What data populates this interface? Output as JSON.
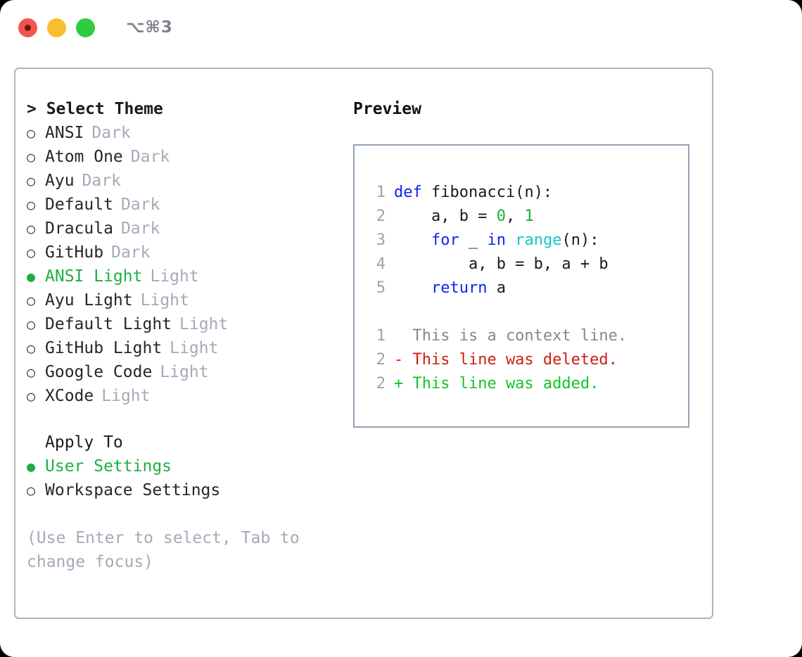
{
  "titlebar": {
    "lights": [
      {
        "name": "close-button",
        "color": "#f4544c",
        "recording": true
      },
      {
        "name": "minimize-button",
        "color": "#f9bd2e",
        "recording": false
      },
      {
        "name": "maximize-button",
        "color": "#2ecc40",
        "recording": false
      }
    ],
    "shortcut": "⌥⌘3"
  },
  "theme_picker": {
    "header": "> Select Theme",
    "items": [
      {
        "marker": "○",
        "label": "ANSI",
        "suffix": "Dark",
        "selected": false
      },
      {
        "marker": "○",
        "label": "Atom One",
        "suffix": "Dark",
        "selected": false
      },
      {
        "marker": "○",
        "label": "Ayu",
        "suffix": "Dark",
        "selected": false
      },
      {
        "marker": "○",
        "label": "Default",
        "suffix": "Dark",
        "selected": false
      },
      {
        "marker": "○",
        "label": "Dracula",
        "suffix": "Dark",
        "selected": false
      },
      {
        "marker": "○",
        "label": "GitHub",
        "suffix": "Dark",
        "selected": false
      },
      {
        "marker": "●",
        "label": "ANSI Light",
        "suffix": "Light",
        "selected": true
      },
      {
        "marker": "○",
        "label": "Ayu Light",
        "suffix": "Light",
        "selected": false
      },
      {
        "marker": "○",
        "label": "Default Light",
        "suffix": "Light",
        "selected": false
      },
      {
        "marker": "○",
        "label": "GitHub Light",
        "suffix": "Light",
        "selected": false
      },
      {
        "marker": "○",
        "label": "Google Code",
        "suffix": "Light",
        "selected": false
      },
      {
        "marker": "○",
        "label": "XCode",
        "suffix": "Light",
        "selected": false
      }
    ]
  },
  "apply_to": {
    "header": "Apply To",
    "items": [
      {
        "marker": "●",
        "label": "User Settings",
        "selected": true
      },
      {
        "marker": "○",
        "label": "Workspace Settings",
        "selected": false
      }
    ]
  },
  "hint": "(Use Enter to select, Tab to change focus)",
  "preview": {
    "title": "Preview",
    "code_lines": [
      {
        "n": "1",
        "tokens": [
          {
            "t": "def",
            "c": "kw"
          },
          {
            "t": " fibonacci(n):",
            "c": "plain"
          }
        ]
      },
      {
        "n": "2",
        "tokens": [
          {
            "t": "    a, b = ",
            "c": "plain"
          },
          {
            "t": "0",
            "c": "num"
          },
          {
            "t": ", ",
            "c": "plain"
          },
          {
            "t": "1",
            "c": "num"
          }
        ]
      },
      {
        "n": "3",
        "tokens": [
          {
            "t": "    ",
            "c": "plain"
          },
          {
            "t": "for",
            "c": "kw"
          },
          {
            "t": " _ ",
            "c": "plain"
          },
          {
            "t": "in",
            "c": "kw"
          },
          {
            "t": " ",
            "c": "plain"
          },
          {
            "t": "range",
            "c": "fn"
          },
          {
            "t": "(n):",
            "c": "plain"
          }
        ]
      },
      {
        "n": "4",
        "tokens": [
          {
            "t": "        a, b = b, a + b",
            "c": "plain"
          }
        ]
      },
      {
        "n": "5",
        "tokens": [
          {
            "t": "    ",
            "c": "plain"
          },
          {
            "t": "return",
            "c": "kw"
          },
          {
            "t": " a",
            "c": "plain"
          }
        ]
      }
    ],
    "diff_lines": [
      {
        "n": "1",
        "text": "  This is a context line.",
        "kind": "d-ctx"
      },
      {
        "n": "2",
        "text": "- This line was deleted.",
        "kind": "d-del"
      },
      {
        "n": "2",
        "text": "+ This line was added.",
        "kind": "d-add"
      }
    ]
  },
  "colors": {
    "accent_green": "#1eae43",
    "muted": "#a3abb8",
    "keyword": "#0a24f5",
    "number": "#17b031",
    "builtin": "#15c7c7",
    "diff_delete": "#cc1f11",
    "diff_add": "#14c328",
    "panel_border": "#94a3b8",
    "window_border": "#b0b4bd"
  }
}
